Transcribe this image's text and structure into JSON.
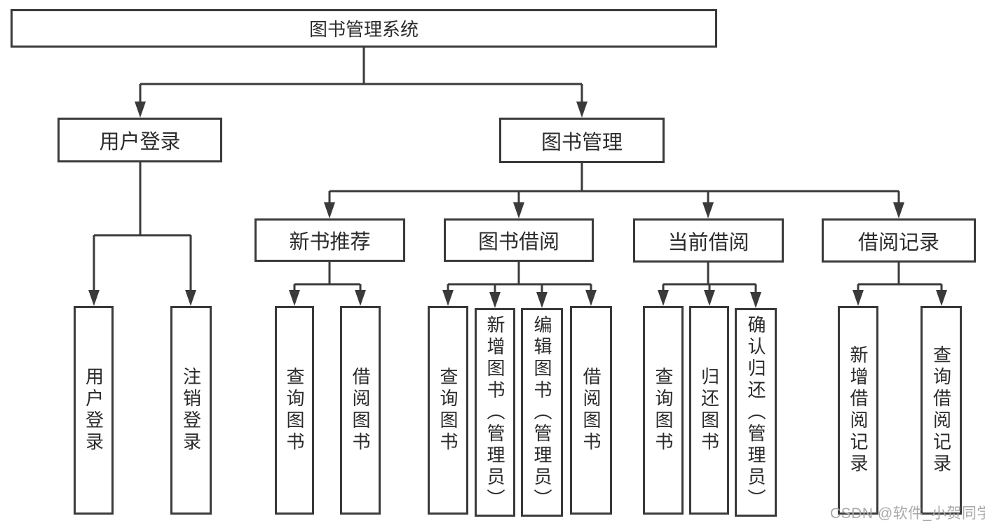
{
  "diagram": {
    "root": {
      "label": "图书管理系统"
    },
    "level1": [
      {
        "label": "用户登录",
        "parent": "图书管理系统"
      },
      {
        "label": "图书管理",
        "parent": "图书管理系统"
      }
    ],
    "level2": [
      {
        "label": "新书推荐",
        "parent": "图书管理"
      },
      {
        "label": "图书借阅",
        "parent": "图书管理"
      },
      {
        "label": "当前借阅",
        "parent": "图书管理"
      },
      {
        "label": "借阅记录",
        "parent": "图书管理"
      }
    ],
    "leaves": [
      {
        "label": "用户登录",
        "parent": "用户登录"
      },
      {
        "label": "注销登录",
        "parent": "用户登录"
      },
      {
        "label": "查询图书",
        "parent": "新书推荐"
      },
      {
        "label": "借阅图书",
        "parent": "新书推荐"
      },
      {
        "label": "查询图书",
        "parent": "图书借阅"
      },
      {
        "label": "新增图书（管理员）",
        "parent": "图书借阅"
      },
      {
        "label": "编辑图书（管理员）",
        "parent": "图书借阅"
      },
      {
        "label": "借阅图书",
        "parent": "图书借阅"
      },
      {
        "label": "查询图书",
        "parent": "当前借阅"
      },
      {
        "label": "归还图书",
        "parent": "当前借阅"
      },
      {
        "label": "确认归还（管理员）",
        "parent": "当前借阅"
      },
      {
        "label": "新增借阅记录",
        "parent": "借阅记录"
      },
      {
        "label": "查询借阅记录",
        "parent": "借阅记录"
      }
    ],
    "watermark": "CSDN @软件_小贺同学",
    "colors": {
      "line": "#3a3a3a",
      "text": "#2b2b2b",
      "watermark": "#a8a8a8",
      "background": "#ffffff"
    }
  }
}
